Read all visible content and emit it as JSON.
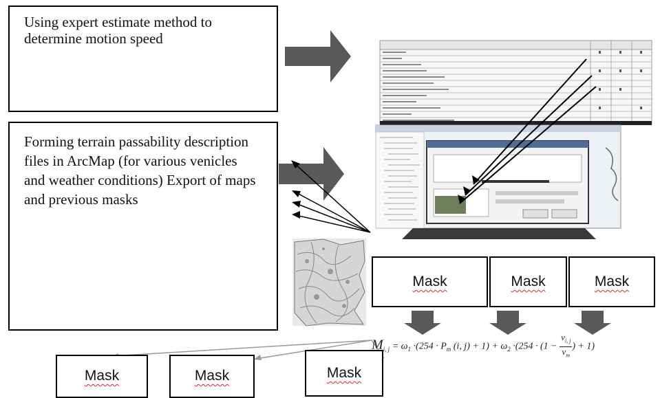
{
  "boxes": {
    "top_text": "Using expert estimate method to determine motion speed",
    "middle_text": "Forming terrain passability description  files in ArcMap (for various venicles and weather conditions) Export of maps and previous masks"
  },
  "masks": {
    "row1": [
      "Mask",
      "Mask",
      "Mask"
    ],
    "row2": [
      "Mask",
      "Mask",
      "Mask"
    ]
  },
  "formula": {
    "M": "M",
    "ij": "i, j",
    "eq": "= ω",
    "s1": "1",
    "p1": " ·(254 · P",
    "m": "m",
    "p2": " (i, j) + 1) + ω",
    "s2": "2",
    "p3": " ·(254 · (1 − ",
    "num": "v",
    "numsub": "i, j",
    "den": "v",
    "densub": "m",
    "p4": ") + 1)"
  },
  "colors": {
    "arrow": "#595959",
    "line_dark": "#000000",
    "line_light": "#9a9a9a"
  }
}
